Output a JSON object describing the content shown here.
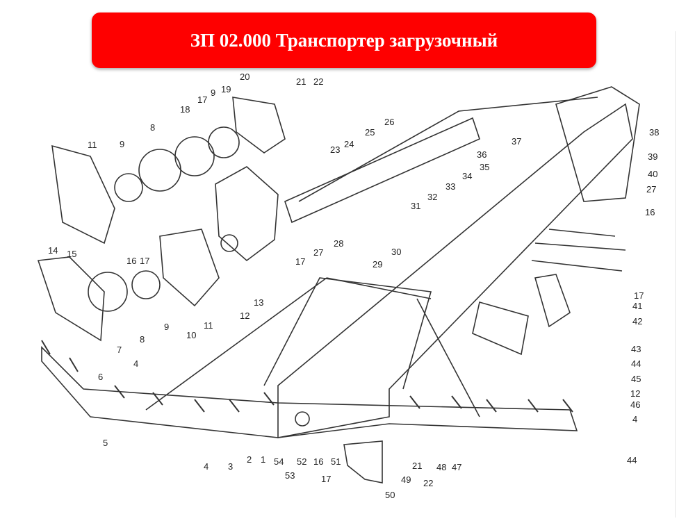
{
  "title": "ЗП 02.000 Транспортер загрузочный",
  "colors": {
    "banner": "#fe0000",
    "banner_text": "#ffffff",
    "line": "#333333"
  },
  "labels": [
    "20",
    "19",
    "9",
    "17",
    "18",
    "8",
    "9",
    "11",
    "21",
    "22",
    "26",
    "25",
    "24",
    "23",
    "36",
    "37",
    "35",
    "34",
    "33",
    "32",
    "31",
    "38",
    "39",
    "40",
    "27",
    "16",
    "14",
    "15",
    "16",
    "17",
    "17",
    "27",
    "28",
    "30",
    "29",
    "13",
    "12",
    "10",
    "11",
    "9",
    "8",
    "7",
    "6",
    "4",
    "17",
    "41",
    "42",
    "43",
    "44",
    "45",
    "12",
    "46",
    "4",
    "44",
    "5",
    "4",
    "3",
    "2",
    "1",
    "54",
    "52",
    "16",
    "51",
    "53",
    "17",
    "21",
    "49",
    "22",
    "50",
    "48",
    "47"
  ]
}
